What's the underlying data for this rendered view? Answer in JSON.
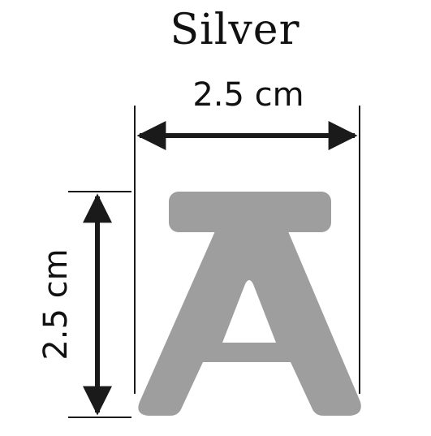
{
  "title": "Silver",
  "dimensions": {
    "width_label": "2.5 cm",
    "height_label": "2.5 cm"
  },
  "colors": {
    "shape": "#9e9e9e",
    "lines": "#1a1a1a",
    "text": "#111111"
  },
  "icon": "letter-a-shape"
}
